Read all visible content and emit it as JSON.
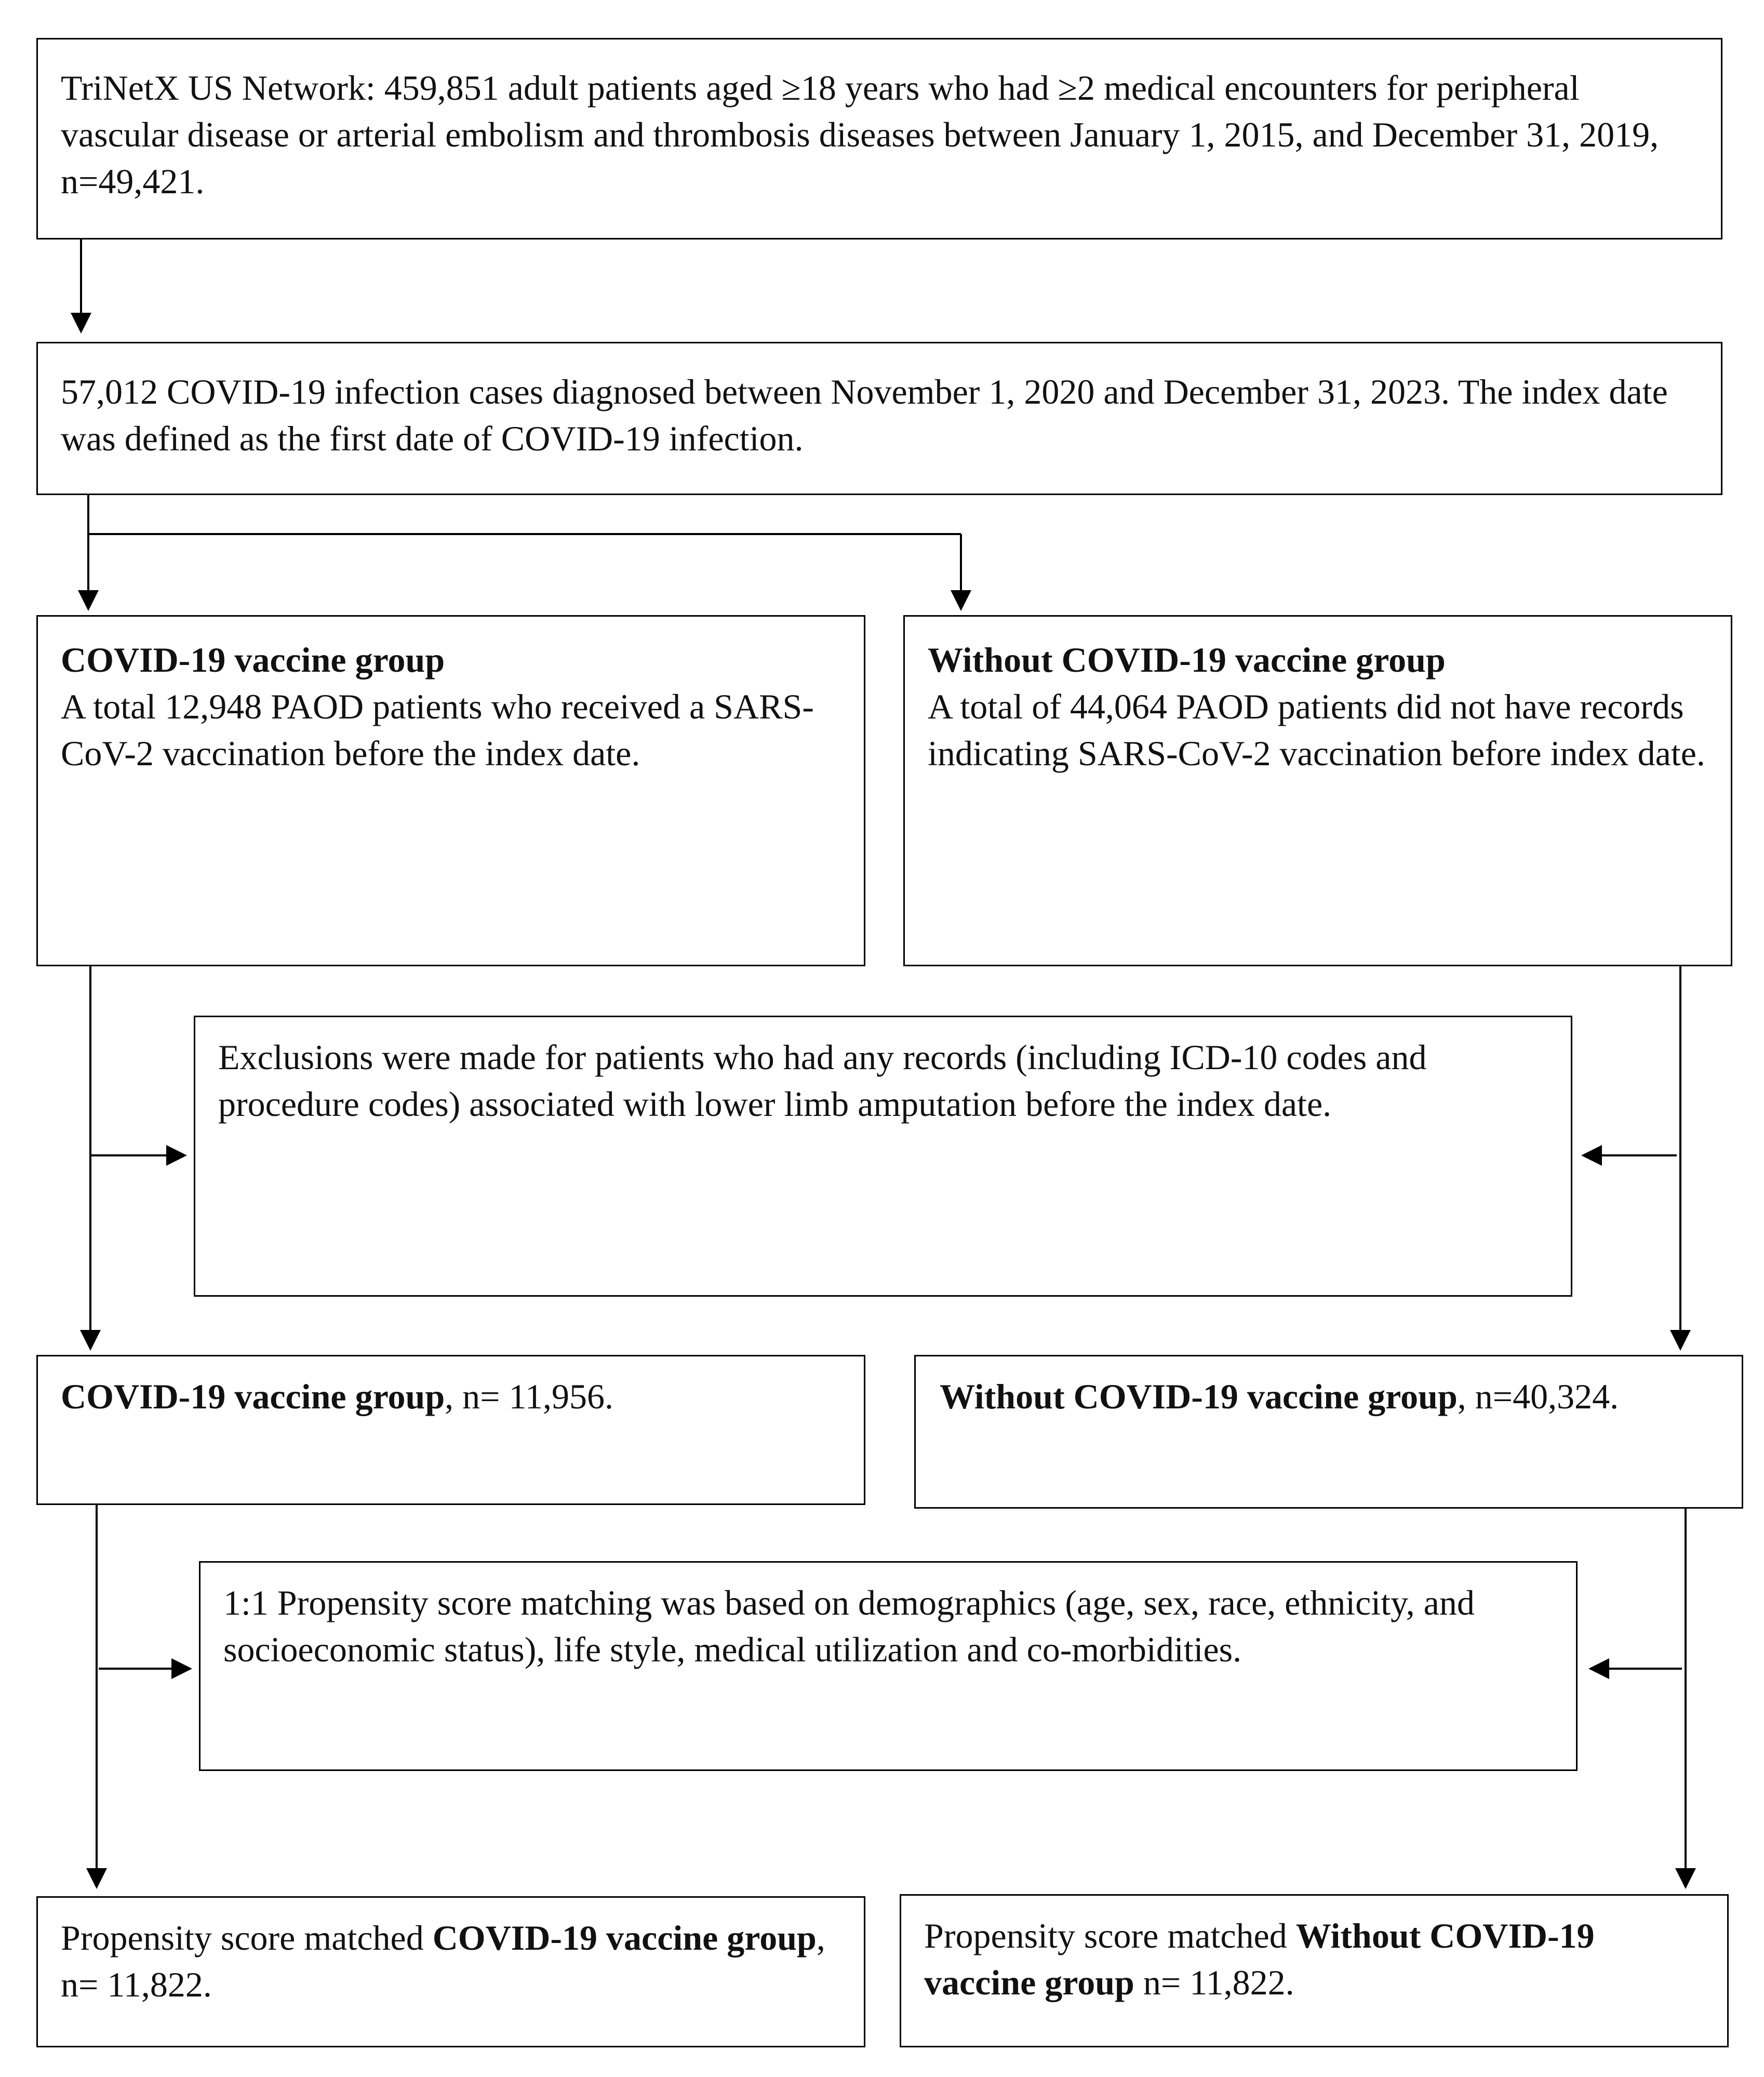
{
  "boxes": {
    "source": {
      "text": "TriNetX US Network: 459,851 adult patients aged ≥18 years who had ≥2 medical encounters for peripheral vascular disease or arterial embolism and thrombosis diseases between January 1, 2015, and December 31, 2019, n=49,421."
    },
    "covid_cases": {
      "text": "57,012 COVID-19 infection cases diagnosed between November 1, 2020 and December 31, 2023. The index date was defined as the first date of COVID-19 infection."
    },
    "vaccine_group": {
      "title": "COVID-19 vaccine group",
      "text": "A total 12,948 PAOD patients who received a SARS-CoV-2 vaccination before the index date."
    },
    "no_vaccine_group": {
      "title": "Without COVID-19 vaccine group",
      "text": "A total of 44,064 PAOD patients did not have records indicating SARS-CoV-2 vaccination before index date."
    },
    "exclusions": {
      "text": "Exclusions were made for patients who had any records (including ICD-10 codes and procedure codes) associated with lower limb amputation before the index date."
    },
    "vaccine_after_exclusion": {
      "title": "COVID-19 vaccine group",
      "count": ", n= 11,956."
    },
    "no_vaccine_after_exclusion": {
      "title": "Without COVID-19 vaccine group",
      "count": ", n=40,324."
    },
    "matching": {
      "text": "1:1 Propensity score matching was based on demographics (age, sex, race, ethnicity, and socioeconomic status), life style, medical utilization and co-morbidities."
    },
    "vaccine_matched": {
      "prefix": "Propensity score matched ",
      "title": "COVID-19 vaccine group",
      "count": ", n= 11,822."
    },
    "no_vaccine_matched": {
      "prefix": "Propensity score matched ",
      "title": "Without COVID-19 vaccine group",
      "count": " n= 11,822."
    }
  },
  "colors": {
    "line": "#000000",
    "text": "#111111",
    "background": "#ffffff"
  }
}
